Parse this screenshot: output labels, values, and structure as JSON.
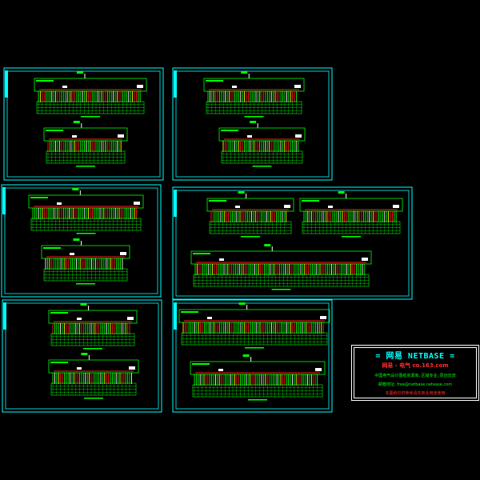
{
  "colors": {
    "background": "#000000",
    "sheet_border": "#00ffff",
    "sheet_tab": "#00ffff",
    "panel_outline": "#00ff00",
    "busbar": "#ff2020",
    "breaker_green": "#00ff00",
    "breaker_red": "#ff2020",
    "breaker_yellow": "#ffff00",
    "breaker_white": "#ffffff",
    "stamp_border": "#ffffff",
    "stamp_title": "#00ffff",
    "stamp_red": "#ff3030",
    "stamp_green": "#00ff00"
  },
  "drawing": {
    "sheet_count": 6,
    "diagram_count": 13,
    "content": "distribution panel single-line diagrams"
  },
  "stamp": {
    "title": "= 网易 NETBASE =",
    "subtitle": "网易 - 电气   co.163.com",
    "line1": "中国电气设计图纸资源库,   区域专业,   原创交流",
    "line2": "邮箱地址: free@netbase.netease.com",
    "line3": "本图纸仅供参考请勿商业用途使用"
  }
}
